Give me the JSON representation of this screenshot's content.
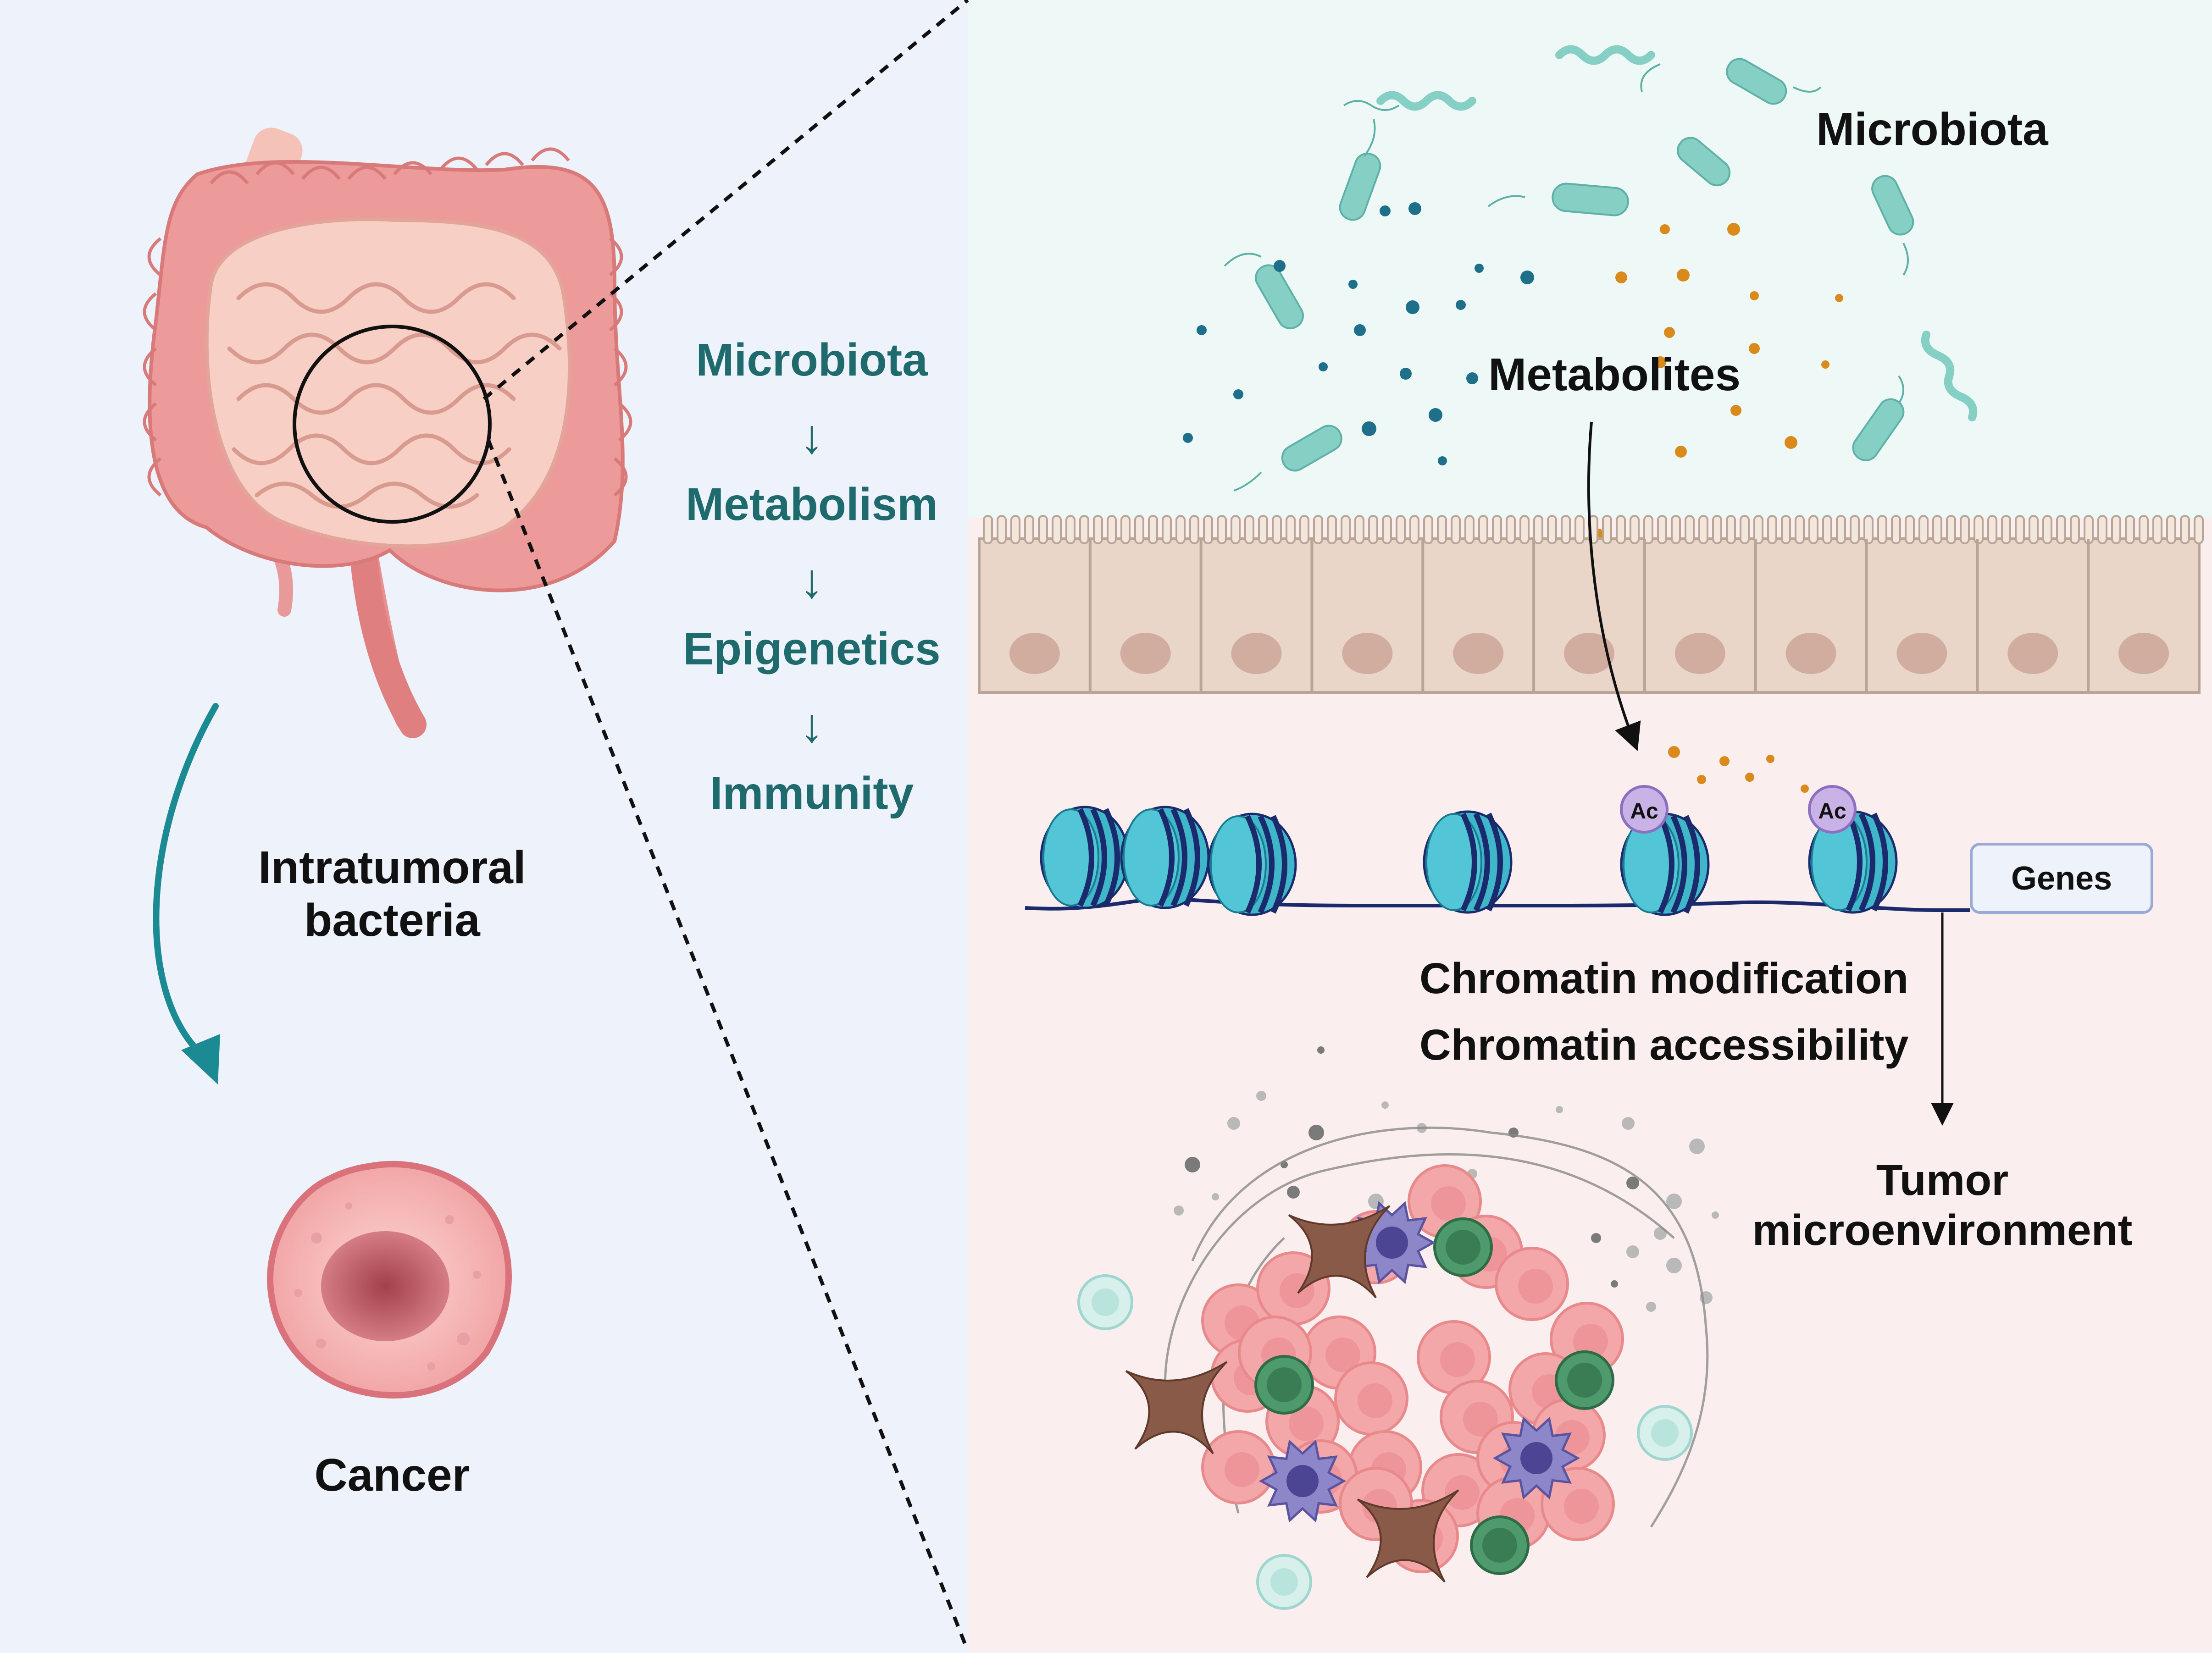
{
  "left_panel": {
    "intratumoral_label": "Intratumoral\nbacteria",
    "cancer_label": "Cancer"
  },
  "flow": {
    "steps": [
      "Microbiota",
      "Metabolism",
      "Epigenetics",
      "Immunity"
    ],
    "arrow_glyph": "↓",
    "color": "#1e6a6d"
  },
  "right_panel": {
    "microbiota_label": "Microbiota",
    "metabolites_label": "Metabolites",
    "ac_tag": "Ac",
    "genes_label": "Genes",
    "chromatin_modification": "Chromatin modification",
    "chromatin_accessibility": "Chromatin accessibility",
    "tme_label": "Tumor\nmicroenvironment"
  },
  "colors": {
    "left_background": "#eef3fb",
    "microbiota_background": "#eef9f7",
    "tissue_background": "#fbeeee",
    "intestine": "#f1a3a3",
    "bacteria": "#86cfc4",
    "nucleosome": "#3fb6c9",
    "dna": "#1a2a6c",
    "metabolite_blue": "#1d6f8a",
    "metabolite_orange": "#d98a1b",
    "epithelium": "#e9d6c8",
    "tumor_cell": "#f4a7a9",
    "cancer_nucleus": "#c0606a"
  }
}
